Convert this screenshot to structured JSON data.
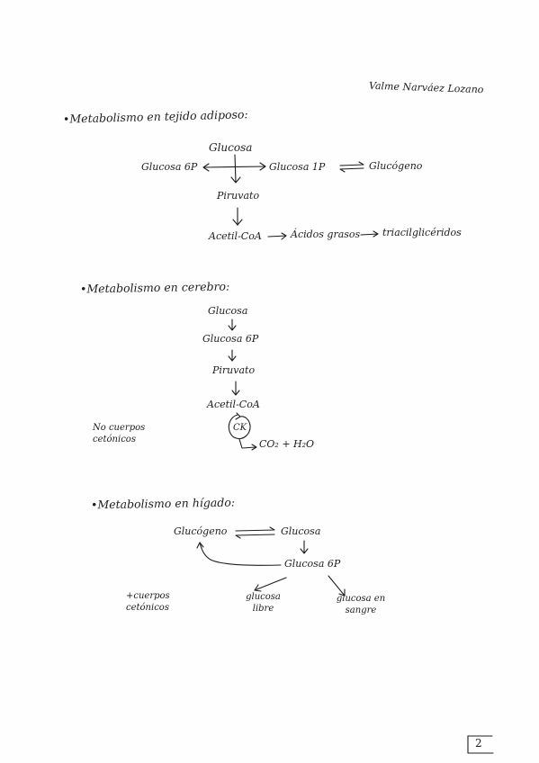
{
  "author": "Valme Narváez Lozano",
  "page_number": "2",
  "sections": {
    "adiposo": {
      "heading": "•Metabolismo en tejido adiposo:",
      "glucosa": "Glucosa",
      "glucosa_6p": "Glucosa 6P",
      "glucosa_1p": "Glucosa 1P",
      "glucogeno": "Glucógeno",
      "piruvato": "Piruvato",
      "acetil_coa": "Acetil-CoA",
      "acidos_grasos": "Ácidos grasos",
      "triacilgliceridos": "triacilglicéridos"
    },
    "cerebro": {
      "heading": "•Metabolismo en cerebro:",
      "glucosa": "Glucosa",
      "glucosa_6p": "Glucosa 6P",
      "piruvato": "Piruvato",
      "acetil_coa": "Acetil-CoA",
      "ck_label": "CK",
      "products": "CO₂ + H₂O",
      "note": "No cuerpos cetónicos"
    },
    "higado": {
      "heading": "•Metabolismo en hígado:",
      "glucogeno": "Glucógeno",
      "glucosa": "Glucosa",
      "glucosa_6p": "Glucosa 6P",
      "glucosa_libre": "glucosa libre",
      "glucosa_sangre": "glucosa en sangre",
      "note": "+cuerpos cetónicos"
    }
  }
}
